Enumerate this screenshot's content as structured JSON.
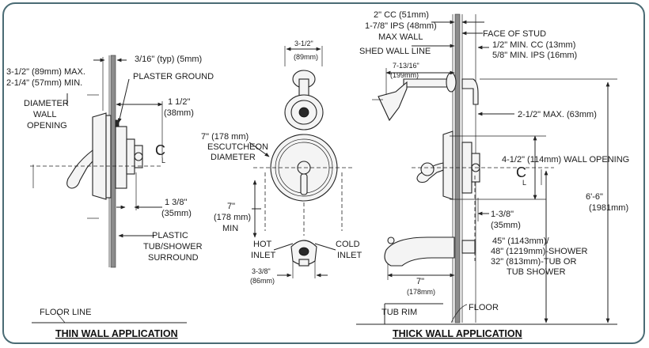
{
  "thin_wall": {
    "title": "THIN WALL APPLICATION",
    "wall_opening_max": "3-1/2\" (89mm) MAX.",
    "wall_opening_min": "2-1/4\" (57mm) MIN.",
    "diameter_1": "DIAMETER",
    "diameter_2": "WALL",
    "diameter_3": "OPENING",
    "typ_gap": "3/16\" (typ) (5mm)",
    "plaster_ground": "PLASTER GROUND",
    "dim_1_5_a": "1 1/2\"",
    "dim_1_5_b": "(38mm)",
    "dim_1_3_8_a": "1 3/8\"",
    "dim_1_3_8_b": "(35mm)",
    "plastic_1": "PLASTIC",
    "plastic_2": "TUB/SHOWER",
    "plastic_3": "SURROUND",
    "floor_line": "FLOOR LINE",
    "centerline": "C",
    "centerline_l": "L"
  },
  "front_view": {
    "head_dim_a": "3-1/2\"",
    "head_dim_b": "(89mm)",
    "escutcheon_1": "7\" (178 mm)",
    "escutcheon_2": "ESCUTCHEON",
    "escutcheon_3": "DIAMETER",
    "min_1": "7\"",
    "min_2": "(178 mm)",
    "min_3": "MIN",
    "hot_1": "HOT",
    "hot_2": "INLET",
    "cold_1": "COLD",
    "cold_2": "INLET",
    "spout_dim_a": "3-3/8\"",
    "spout_dim_b": "(86mm)"
  },
  "thick_wall": {
    "title": "THICK WALL APPLICATION",
    "cc_1": "2\" CC (51mm)",
    "cc_2": "1-7/8\" IPS (48mm)",
    "cc_3": "MAX WALL",
    "face_of_stud": "FACE OF STUD",
    "min_cc": "1/2\" MIN. CC (13mm)",
    "min_ips": "5/8\" MIN. IPS (16mm)",
    "finished_wall": "SHED WALL LINE",
    "arm_dim_a": "7-13/16\"",
    "arm_dim_b": "(199mm)",
    "max_2_5": "2-1/2\" MAX. (63mm)",
    "wall_opening": "4-1/2\" (114mm) WALL OPENING",
    "centerline": "C",
    "centerline_l": "L",
    "height_1": "6'-6\"",
    "height_2": "(1981mm)",
    "dim_1_3_8_a": "1-3/8\"",
    "dim_1_3_8_b": "(35mm)",
    "shower_1": "45\" (1143mm)/",
    "shower_2": "48\" (1219mm)-SHOWER",
    "shower_3": "32\" (813mm)-TUB OR",
    "shower_4": "TUB SHOWER",
    "spout_dim_a": "7\"",
    "spout_dim_b": "(178mm)",
    "tub_rim": "TUB RIM",
    "floor": "FLOOR"
  }
}
